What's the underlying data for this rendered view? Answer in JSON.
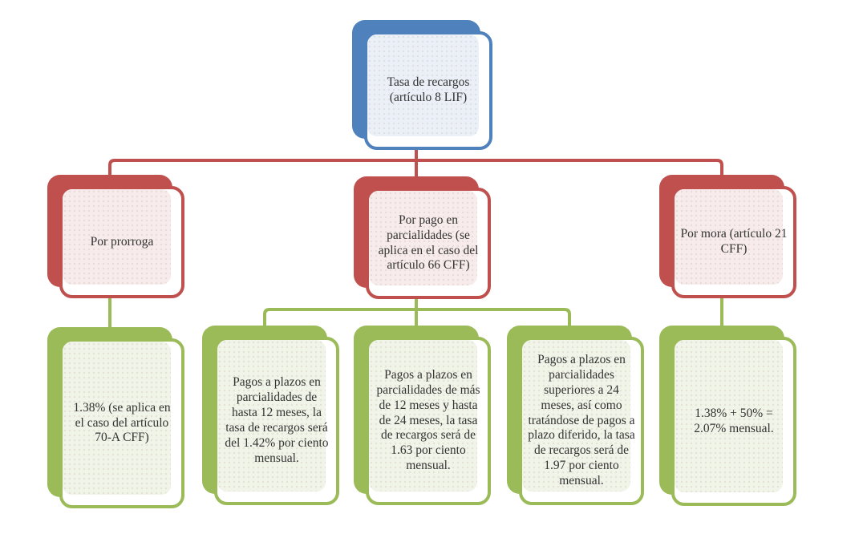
{
  "tree": {
    "root": {
      "label": "Tasa de recargos (artículo 8 LIF)"
    },
    "branches": [
      {
        "label": "Por prorroga",
        "children": [
          {
            "label": "1.38%  (se aplica en el caso del artículo 70-A CFF)"
          }
        ]
      },
      {
        "label": "Por pago en parcialidades (se aplica en el caso del artículo 66 CFF)",
        "children": [
          {
            "label": "Pagos a plazos en parcialidades de hasta 12 meses, la tasa de recargos será del 1.42% por ciento mensual."
          },
          {
            "label": "Pagos a plazos en parcialidades de más de 12 meses y hasta de 24 meses, la tasa de recargos será de 1.63 por ciento mensual."
          },
          {
            "label": "Pagos a plazos en parcialidades superiores a 24 meses, así como tratándose de pagos a plazo diferido, la tasa de recargos será de 1.97 por ciento mensual."
          }
        ]
      },
      {
        "label": "Por mora (artículo 21 CFF)",
        "children": [
          {
            "label": "1.38% + 50% = 2.07% mensual."
          }
        ]
      }
    ]
  },
  "colors": {
    "root_accent": "#4F81BD",
    "branch_accent": "#C0504D",
    "leaf_accent": "#9BBB59",
    "root_tint": "#EBF0F8",
    "branch_tint": "#F7ECEB",
    "leaf_tint": "#F1F4E8",
    "text": "#333333",
    "background": "#FFFFFF"
  }
}
